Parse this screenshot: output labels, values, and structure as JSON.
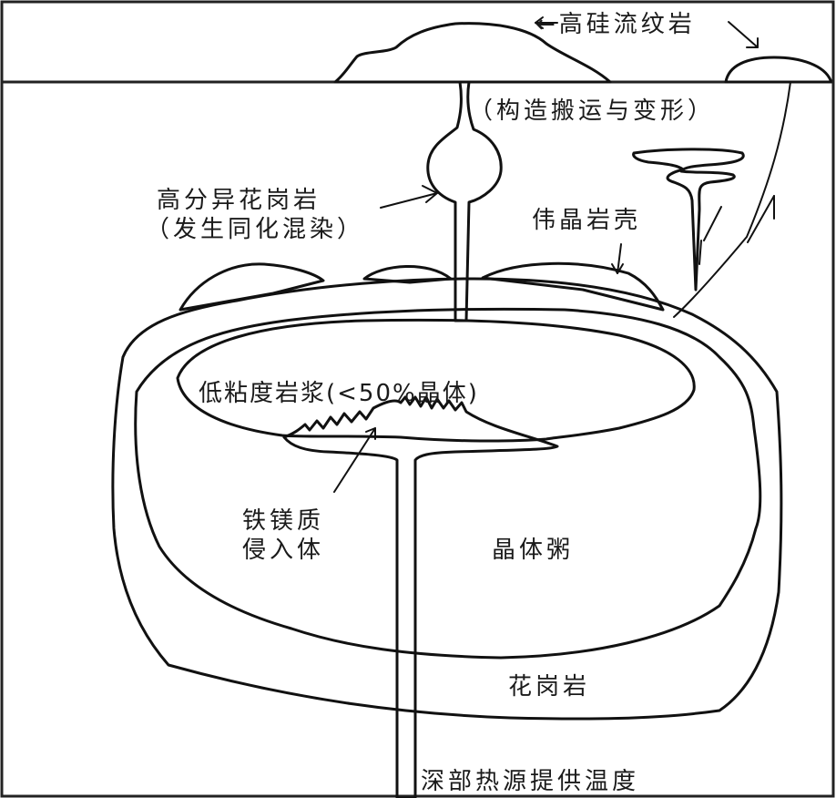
{
  "colors": {
    "granite": "#EE7D45",
    "crystal_mush": "#F59DA0",
    "magma": "#E3302D",
    "rhyolite": "#E5433B",
    "mafic_intrusion": "#5DACCF",
    "pegmatite_shell": "#A0446E",
    "outline": "#111111",
    "background": "#FFFFFF"
  },
  "labels": {
    "high_silica_rhyolite": "←高硅流纹岩",
    "tectonic_transport": "（构造搬运与变形）",
    "highly_fractionated_granite_line1": "高分异花岗岩",
    "highly_fractionated_granite_line2": "（发生同化混染）",
    "pegmatite_shell": "伟晶岩壳",
    "low_viscosity_magma": "低粘度岩浆(<50%晶体)",
    "mafic_intrusion_line1": "铁镁质",
    "mafic_intrusion_line2": "侵入体",
    "crystal_mush": "晶体粥",
    "granite": "花岗岩",
    "deep_heat_source": "深部热源提供温度"
  }
}
